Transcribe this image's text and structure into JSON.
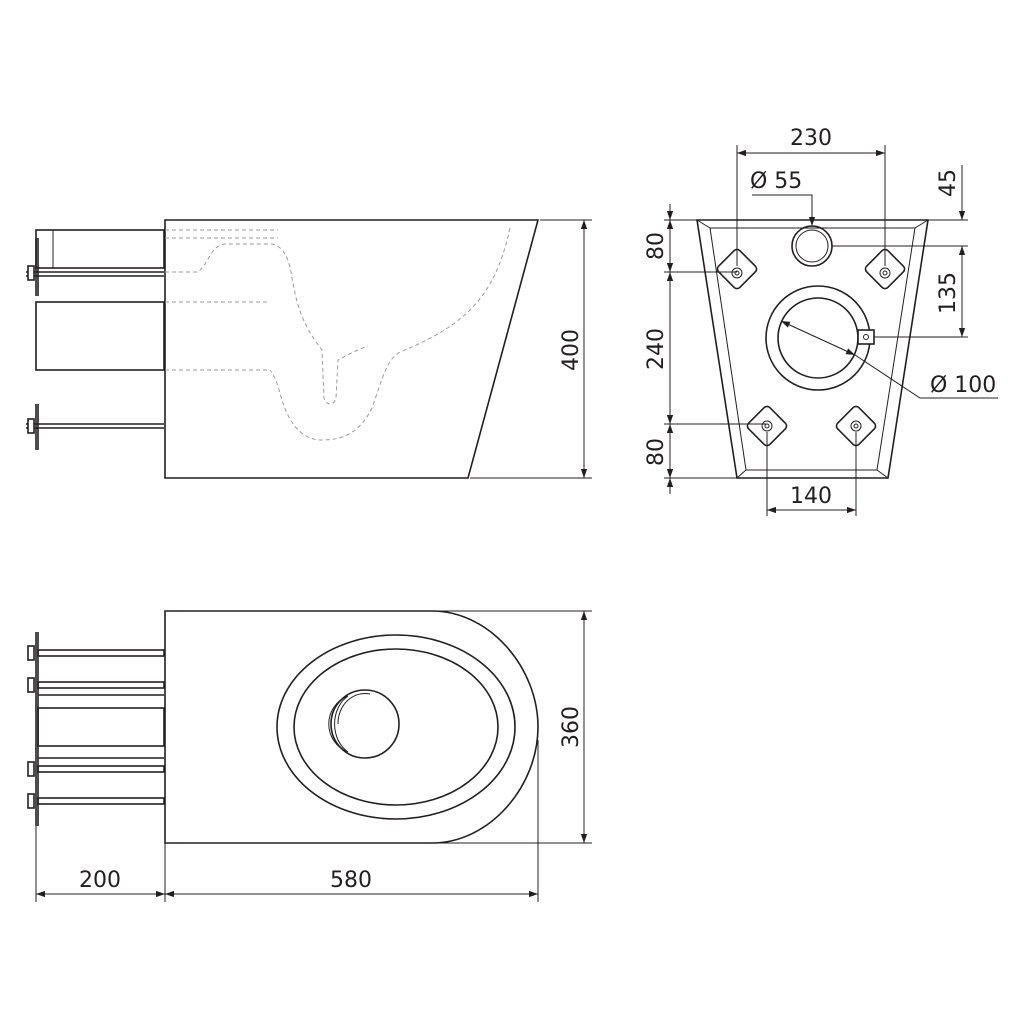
{
  "dimensions": {
    "d230": "230",
    "d55": "Ø 55",
    "d45": "45",
    "d80_top": "80",
    "d135": "135",
    "d240": "240",
    "d100": "Ø 100",
    "d80_bottom": "80",
    "d140": "140",
    "d400": "400",
    "d360": "360",
    "d200": "200",
    "d580": "580"
  },
  "colors": {
    "line": "#231f20",
    "hidden_line": "#9a9a9a",
    "background": "#ffffff"
  }
}
